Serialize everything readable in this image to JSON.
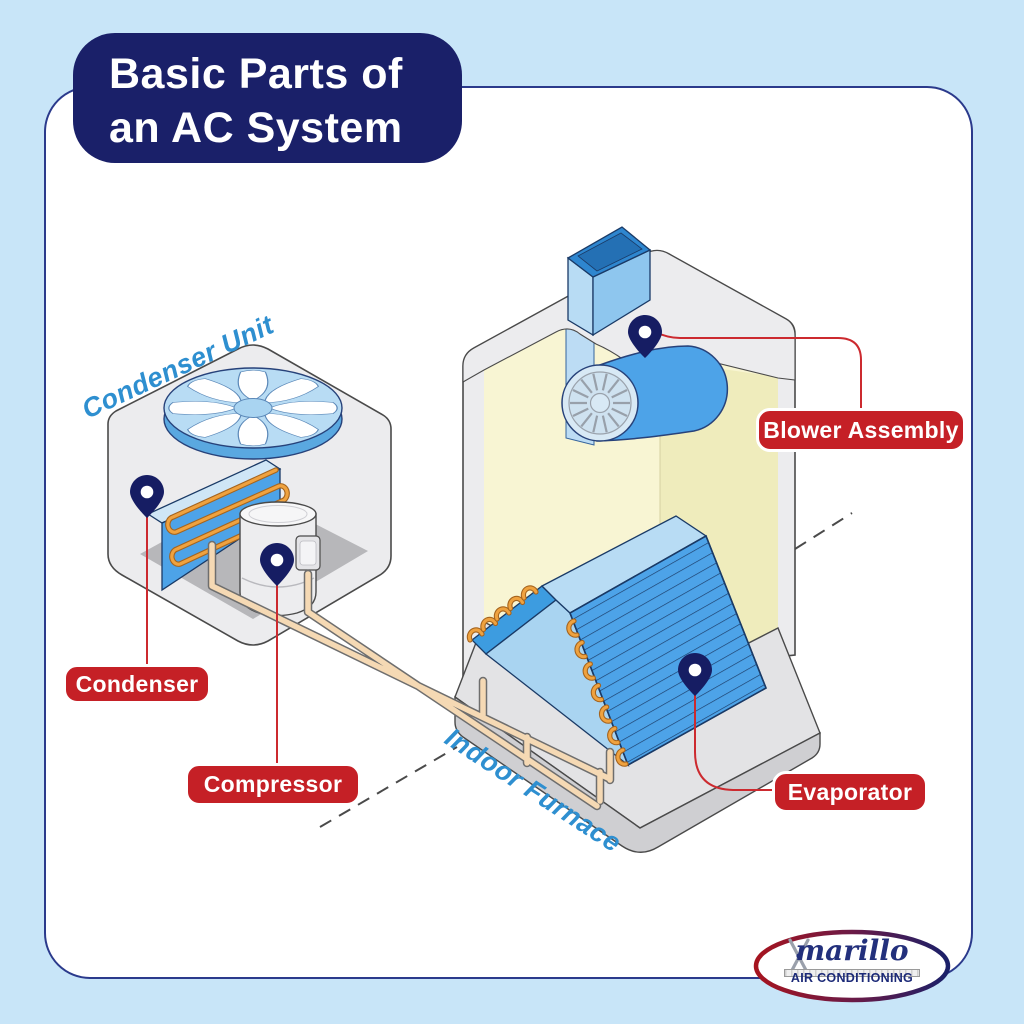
{
  "title": {
    "line1": "Basic Parts of",
    "line2": "an AC System"
  },
  "area_labels": {
    "condenser_unit": "Condenser Unit",
    "indoor_furnace": "Indoor Furnace"
  },
  "part_labels": {
    "blower": "Blower Assembly",
    "condenser": "Condenser",
    "compressor": "Compressor",
    "evaporator": "Evaporator"
  },
  "logo": {
    "script_text": "marillo",
    "caption": "AIR CONDITIONING"
  },
  "colors": {
    "background": "#c8e5f8",
    "card_border_navy": "#2b3a8c",
    "badge_navy": "#1a2069",
    "label_red": "#c52026",
    "callout_blue": "#2e8fd0",
    "machine_blue": "#4da3e8",
    "light_blue": "#b8dcf4",
    "interior_yellow": "#f8f5d3",
    "pipe_tan": "#f5d9b4",
    "coil_orange": "#efa23f",
    "pin_navy": "#161d63"
  }
}
